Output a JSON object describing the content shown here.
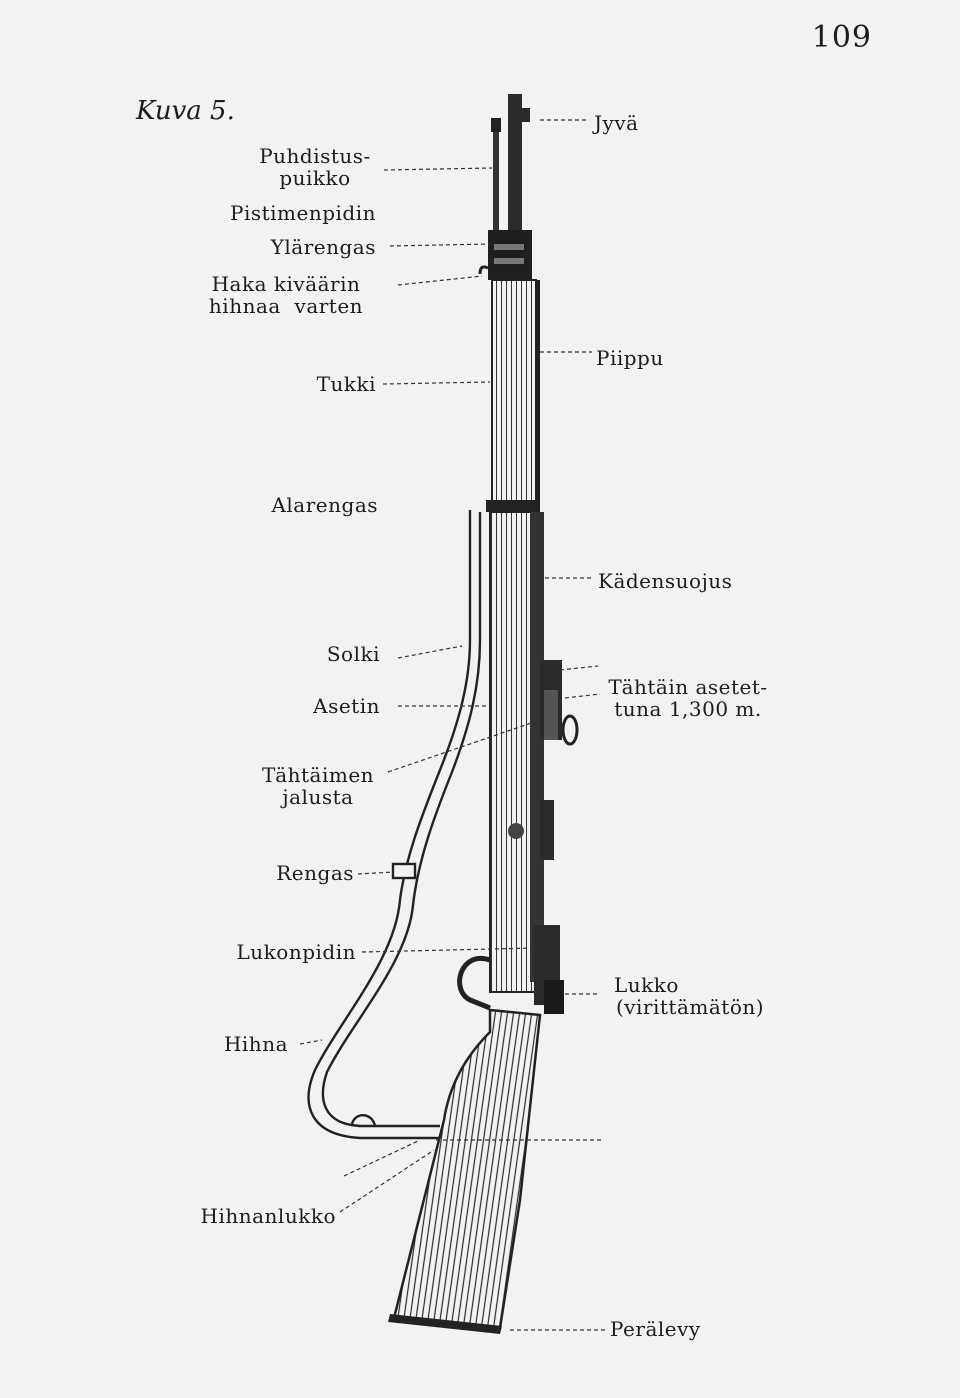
{
  "page": {
    "number": "109",
    "figure_title": "Kuva 5."
  },
  "labels": {
    "puhdistuspuikko": [
      "Puhdistus-",
      "puikko"
    ],
    "pistimenpidin": "Pistimenpidin",
    "ylarengas": "Ylärengas",
    "haka": [
      "Haka kiväärin",
      "hihnaa  varten"
    ],
    "tukki": "Tukki",
    "alarengas": "Alarengas",
    "solki": "Solki",
    "asetin": "Asetin",
    "tahtaimen_jalusta": [
      "Tähtäimen",
      "jalusta"
    ],
    "rengas": "Rengas",
    "lukonpidin": "Lukonpidin",
    "hihna": "Hihna",
    "hihnanlukko": "Hihnanlukko",
    "jyva": "Jyvä",
    "piippu": "Piippu",
    "kadensuojus": "Kädensuojus",
    "tahtain": [
      "Tähtäin asetet-",
      "tuna 1,300 m."
    ],
    "lukko": [
      "Lukko",
      "(virittämätön)"
    ],
    "peralevy": "Perälevy"
  }
}
